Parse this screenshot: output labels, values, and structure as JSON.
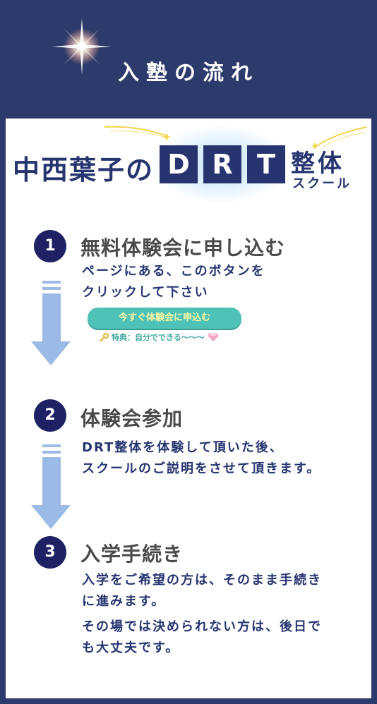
{
  "header": {
    "title": "入塾の流れ"
  },
  "brand": {
    "name": "中西葉子の",
    "drt_letters": [
      "D",
      "R",
      "T"
    ],
    "seitai": "整体",
    "school": "スクール"
  },
  "steps": [
    {
      "number": "1",
      "title": "無料体験会に申し込む",
      "text": "ページにある、このボタンを\nクリックして下さい",
      "cta_label": "今すぐ体験会に申込む",
      "cta_note": "特典：自分でできる〜〜〜"
    },
    {
      "number": "2",
      "title": "体験会参加",
      "text": "DRT整体を体験して頂いた後、\nスクールのご説明をさせて頂きます。"
    },
    {
      "number": "3",
      "title": "入学手続き",
      "text": "入学をご希望の方は、そのまま手続き\nに進みます。",
      "text2": "その場では決められない方は、後日で\nも大丈夫です。"
    }
  ],
  "colors": {
    "navy": "#2d3b6c",
    "brand_navy": "#263470",
    "circle": "#1e2163",
    "arrow": "#9bbbe6",
    "button": "#4fc2b8",
    "button_text": "#fff6a0"
  },
  "icons": [
    "sparkle-icon",
    "comet-icon",
    "key-icon",
    "gem-icon",
    "down-arrow-icon"
  ]
}
